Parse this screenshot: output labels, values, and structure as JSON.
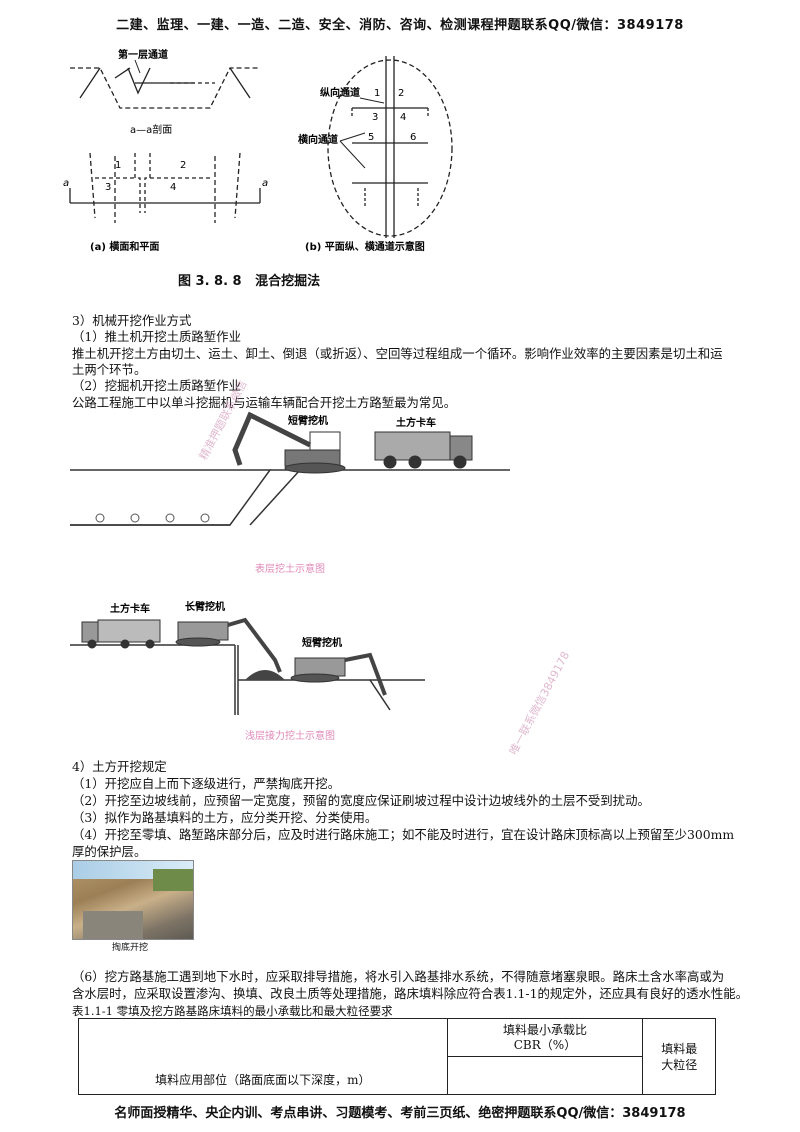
{
  "header": {
    "text": "二建、监理、一建、一造、二造、安全、消防、咨询、检测课程押题联系QQ/微信：3849178"
  },
  "figure_388": {
    "label_first_channel": "第一层通道",
    "label_section": "a—a剖面",
    "label_a": "a",
    "cells_left": [
      "1",
      "2",
      "3",
      "4"
    ],
    "sub_a": "(a) 横面和平面",
    "label_longitudinal": "纵向通道",
    "label_transverse": "横向通道",
    "cells_right": [
      "1",
      "2",
      "3",
      "4",
      "5",
      "6"
    ],
    "sub_b": "(b) 平面纵、横通道示意图",
    "caption": "图 3. 8. 8   混合挖掘法"
  },
  "section3": {
    "title": "3）机械开挖作业方式",
    "item1_title": "（1）推土机开挖土质路堑作业",
    "item1_line1": "推土机开挖土方由切土、运土、卸土、倒退（或折返）、空回等过程组成一个循环。影响作业效率的主要因素是切土和运",
    "item1_line2": "土两个环节。",
    "item2_title": "（2）挖掘机开挖土质路堑作业",
    "item2_line1": "公路工程施工中以单斗挖掘机与运输车辆配合开挖土方路堑最为常见。"
  },
  "figure_surface": {
    "label_excavator": "短臂挖机",
    "label_truck": "土方卡车",
    "caption": "表层挖土示意图"
  },
  "figure_shallow": {
    "label_truck": "土方卡车",
    "label_long": "长臂挖机",
    "label_short": "短臂挖机",
    "caption": "浅层接力挖土示意图"
  },
  "watermarks": {
    "wm1": "精准押题联系微信",
    "wm2": "唯一联系微信3849178"
  },
  "section4": {
    "title": "4）土方开挖规定",
    "rule1": "（1）开挖应自上而下逐级进行，严禁掏底开挖。",
    "rule2": "（2）开挖至边坡线前，应预留一定宽度，预留的宽度应保证刷坡过程中设计边坡线外的土层不受到扰动。",
    "rule3": "（3）拟作为路基填料的土方，应分类开挖、分类使用。",
    "rule4_line1": "（4）开挖至零填、路堑路床部分后，应及时进行路床施工；如不能及时进行，宜在设计路床顶标高以上预留至少300mm",
    "rule4_line2": "厚的保护层。",
    "photo_caption": "掏底开挖",
    "rule6_line1": "（6）挖方路基施工遇到地下水时，应采取排导措施，将水引入路基排水系统，不得随意堵塞泉眼。路床土含水率高或为",
    "rule6_line2": "含水层时，应采取设置渗沟、换填、改良土质等处理措施，路床填料除应符合表1.1-1的规定外，还应具有良好的透水性能。"
  },
  "table": {
    "title": "表1.1-1    零填及挖方路基路床填料的最小承载比和最大粒径要求",
    "col1": "填料应用部位（路面底面以下深度，m）",
    "col2_line1": "填料最小承载比",
    "col2_line2": "CBR（%）",
    "col3_line1": "填料最",
    "col3_line2": "大粒径"
  },
  "footer": {
    "text": "名师面授精华、央企内训、考点串讲、习题模考、考前三页纸、绝密押题联系QQ/微信：3849178"
  }
}
